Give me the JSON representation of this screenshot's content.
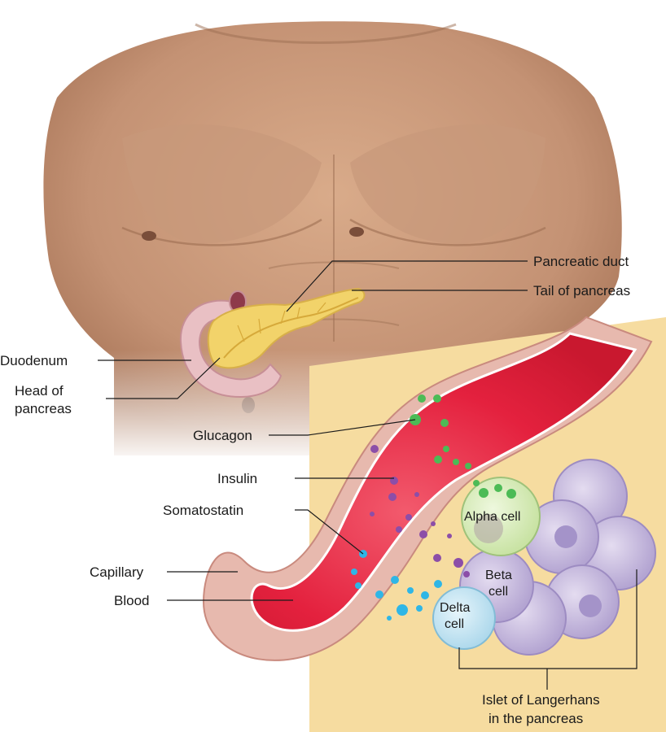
{
  "labels": {
    "pancreatic_duct": "Pancreatic duct",
    "tail_of_pancreas": "Tail of pancreas",
    "duodenum": "Duodenum",
    "head_of_pancreas_line1": "Head of",
    "head_of_pancreas_line2": "pancreas",
    "glucagon": "Glucagon",
    "insulin": "Insulin",
    "somatostatin": "Somatostatin",
    "capillary": "Capillary",
    "blood": "Blood",
    "alpha_cell": "Alpha cell",
    "beta_cell_line1": "Beta",
    "beta_cell_line2": "cell",
    "delta_cell_line1": "Delta",
    "delta_cell_line2": "cell",
    "islet_line1": "Islet of Langerhans",
    "islet_line2": "in the pancreas"
  },
  "colors": {
    "skin": "#c99a7a",
    "skin_shadow": "#9c6e52",
    "pancreas": "#f2d36a",
    "duodenum": "#e9c0c4",
    "panel": "#f6dca0",
    "vessel_wall": "#e3b5a8",
    "blood": "#e4213e",
    "alpha_cell": "#dcefc0",
    "beta_cell": "#c9bddf",
    "delta_cell": "#c7e6f3",
    "glucagon_granule": "#4cbb56",
    "insulin_granule": "#8c4ea8",
    "somatostatin_granule": "#2fb6e6"
  }
}
